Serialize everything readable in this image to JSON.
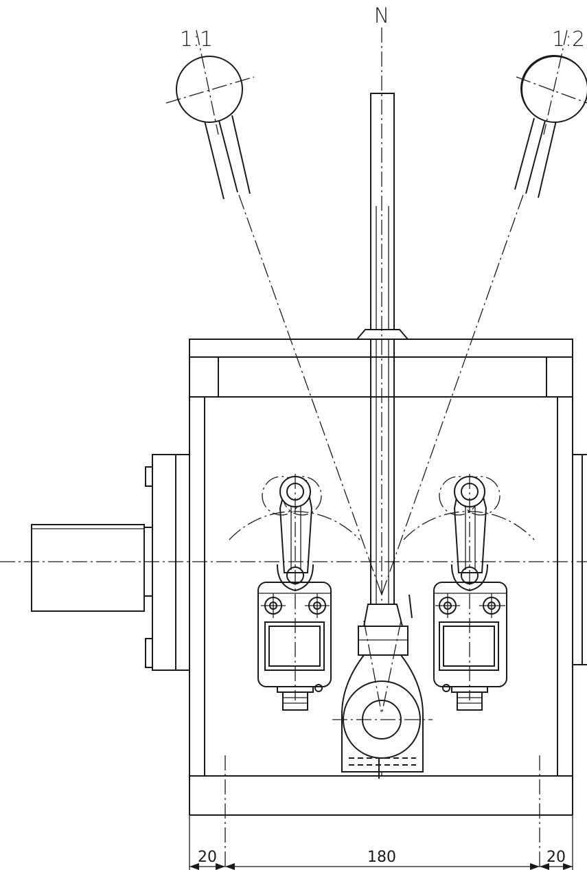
{
  "labels": {
    "left_position": "1:1",
    "center_position": "N",
    "right_position": "1:2"
  },
  "dimensions": {
    "left": "20",
    "middle": "180",
    "right": "20"
  }
}
